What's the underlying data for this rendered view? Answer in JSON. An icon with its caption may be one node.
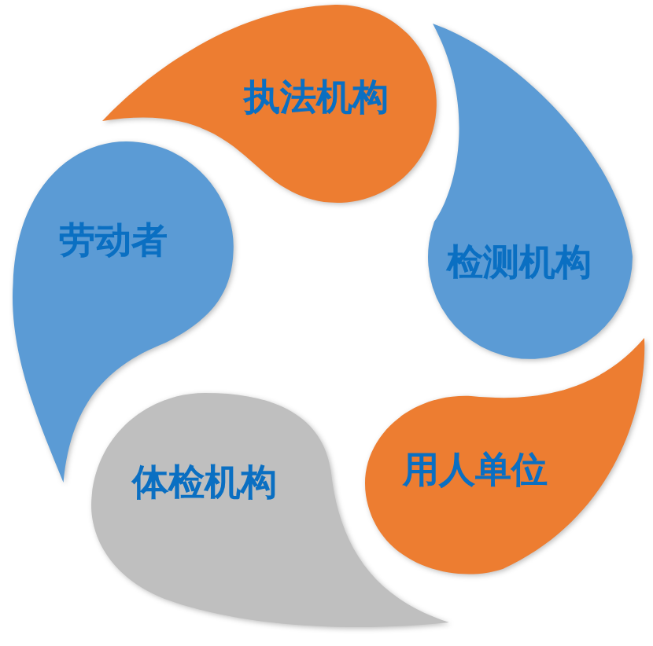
{
  "diagram": {
    "nodes": [
      {
        "text": [
          "执法机构"
        ]
      },
      {
        "text": [
          "检测机构"
        ]
      },
      {
        "text": [
          "用人单位"
        ]
      },
      {
        "text": [
          "体检机构"
        ]
      },
      {
        "text": [
          "劳动者"
        ]
      }
    ]
  }
}
